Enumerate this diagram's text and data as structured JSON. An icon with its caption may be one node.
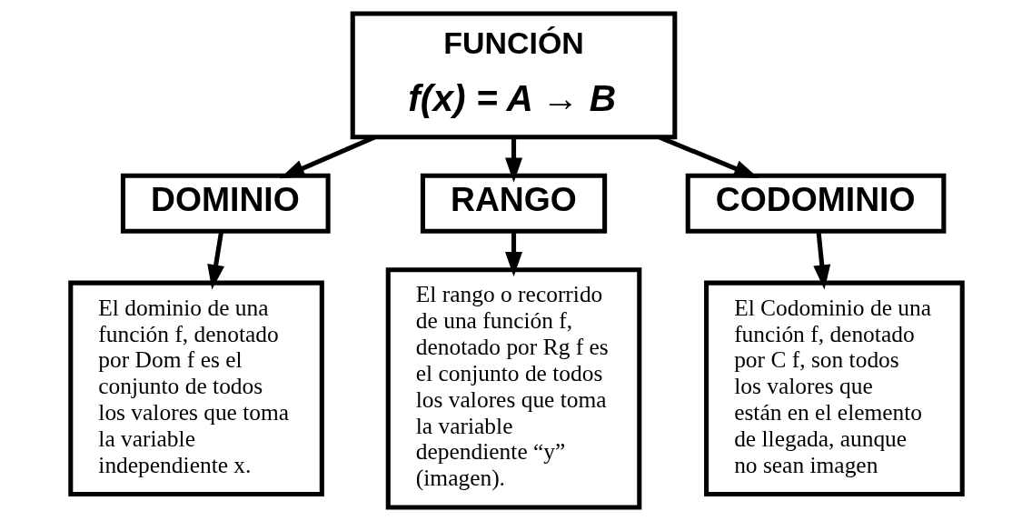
{
  "diagram": {
    "nodes": [
      {
        "text": [
          "FUNCIÓN",
          "f(x) = A → B"
        ]
      },
      {
        "text": [
          "DOMINIO"
        ]
      },
      {
        "text": [
          "RANGO"
        ]
      },
      {
        "text": [
          "CODOMINIO"
        ]
      },
      {
        "text": [
          "El dominio de una función f, denotado por Dom f es el conjunto de todos los valores que toma la variable independiente x."
        ]
      },
      {
        "text": [
          "El rango o recorrido de una función f, denotado por Rg f es el conjunto de todos los valores que toma la variable dependiente “y” (imagen)."
        ]
      },
      {
        "text": [
          "El Codominio de una función f, denotado por C f, son todos los valores que están en el elemento de llegada, aunque no sean imagen"
        ]
      }
    ],
    "edges": [
      {
        "from": 0,
        "to": 1,
        "arrow": "to"
      },
      {
        "from": 0,
        "to": 2,
        "arrow": "to"
      },
      {
        "from": 0,
        "to": 3,
        "arrow": "to"
      },
      {
        "from": 1,
        "to": 4,
        "arrow": "to"
      },
      {
        "from": 2,
        "to": 5,
        "arrow": "to"
      },
      {
        "from": 3,
        "to": 6,
        "arrow": "to"
      }
    ]
  }
}
